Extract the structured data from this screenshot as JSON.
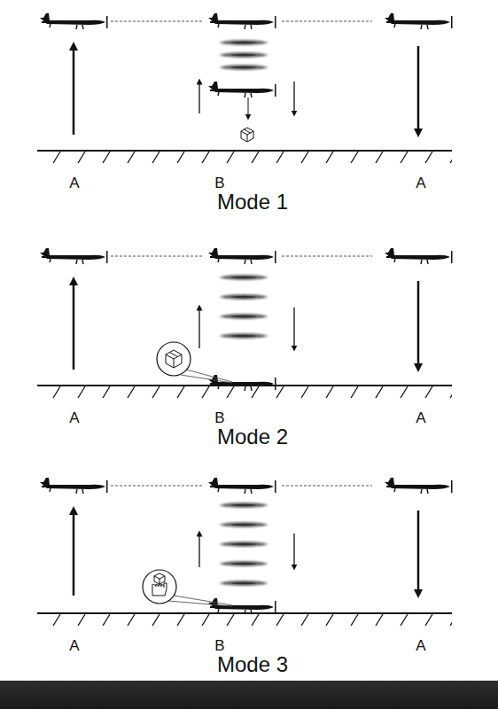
{
  "diagram": {
    "labels": [
      "A",
      "B",
      "A",
      "Mode 1",
      "A",
      "B",
      "A",
      "Mode 2",
      "A",
      "B",
      "A",
      "Mode 3"
    ]
  }
}
